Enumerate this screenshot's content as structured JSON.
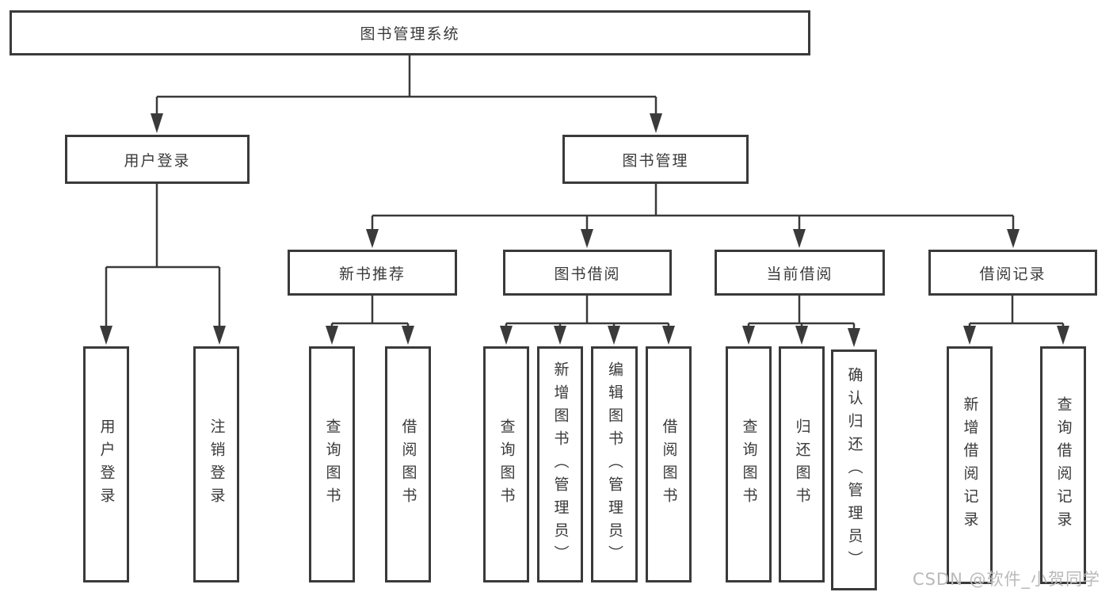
{
  "diagram": {
    "title": "图书管理系统",
    "nodes": {
      "root": {
        "label": "图书管理系统"
      },
      "user_login": {
        "label": "用户登录"
      },
      "book_mgmt": {
        "label": "图书管理"
      },
      "new_book_rec": {
        "label": "新书推荐"
      },
      "book_borrow": {
        "label": "图书借阅"
      },
      "current_borrow": {
        "label": "当前借阅"
      },
      "borrow_record": {
        "label": "借阅记录"
      },
      "leaf_user_login": {
        "label": "用户登录"
      },
      "leaf_logout": {
        "label": "注销登录"
      },
      "leaf_rec_query": {
        "label": "查询图书"
      },
      "leaf_rec_borrow": {
        "label": "借阅图书"
      },
      "leaf_bb_query": {
        "label": "查询图书"
      },
      "leaf_bb_add": {
        "label": "新增图书（管理员）"
      },
      "leaf_bb_edit": {
        "label": "编辑图书（管理员）"
      },
      "leaf_bb_borrow": {
        "label": "借阅图书"
      },
      "leaf_cb_query": {
        "label": "查询图书"
      },
      "leaf_cb_return": {
        "label": "归还图书"
      },
      "leaf_cb_confirm": {
        "label": "确认归还（管理员）"
      },
      "leaf_br_add": {
        "label": "新增借阅记录"
      },
      "leaf_br_query": {
        "label": "查询借阅记录"
      }
    },
    "hierarchy": {
      "图书管理系统": {
        "用户登录": [
          "用户登录",
          "注销登录"
        ],
        "图书管理": {
          "新书推荐": [
            "查询图书",
            "借阅图书"
          ],
          "图书借阅": [
            "查询图书",
            "新增图书（管理员）",
            "编辑图书（管理员）",
            "借阅图书"
          ],
          "当前借阅": [
            "查询图书",
            "归还图书",
            "确认归还（管理员）"
          ],
          "借阅记录": [
            "新增借阅记录",
            "查询借阅记录"
          ]
        }
      }
    }
  },
  "watermark": {
    "text": "CSDN @软件_小贺同学"
  },
  "colors": {
    "line": "#3a3a3a",
    "box_border": "#3a3a3a",
    "text": "#3a3a3a",
    "background": "#ffffff",
    "watermark": "#b9b9b9"
  }
}
